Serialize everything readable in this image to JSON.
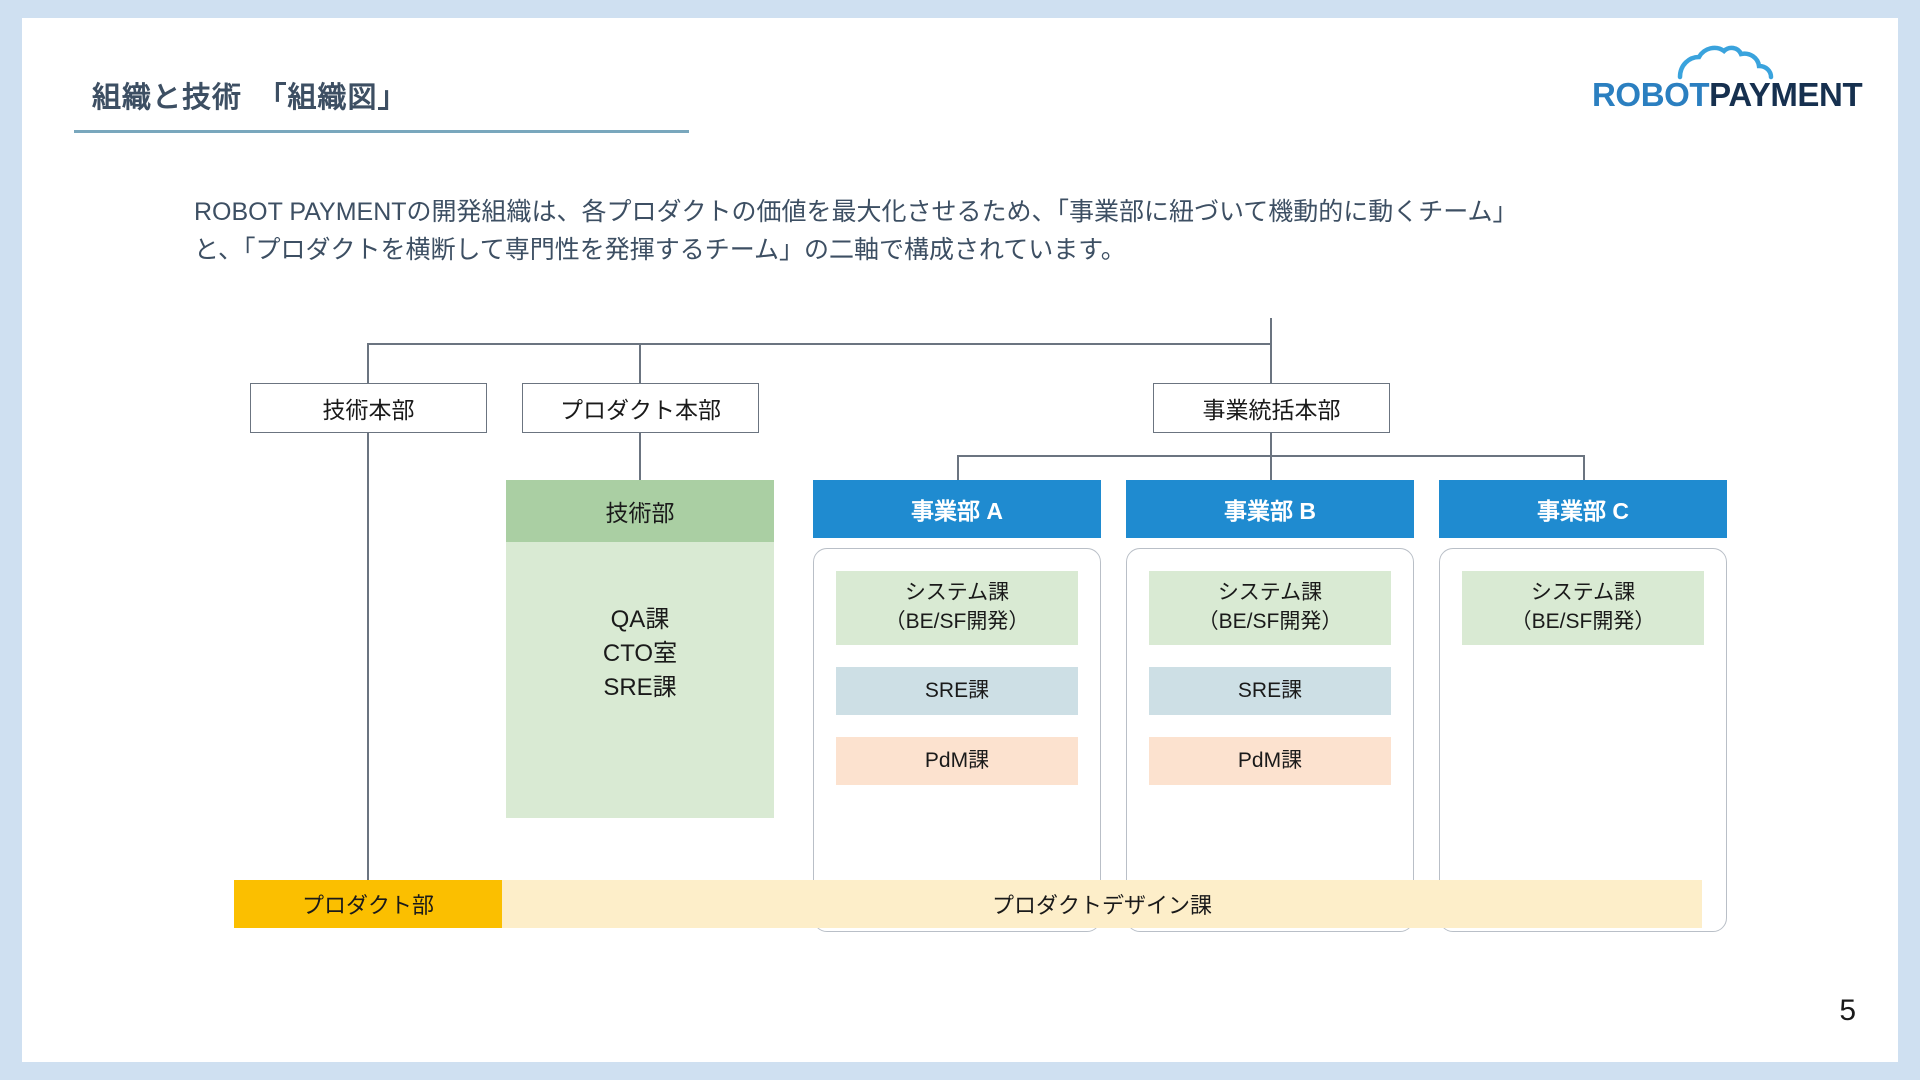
{
  "slide": {
    "title": "組織と技術　「組織図」",
    "page_number": "5",
    "accent_color": "#79a7bd",
    "background_color": "#cfe0f1"
  },
  "logo": {
    "brand_first": "ROBOT",
    "brand_second": "PAYMENT",
    "icon": "cloud-icon",
    "color_first": "#2b7fc0",
    "color_second": "#16304f"
  },
  "lead": {
    "line1": "ROBOT PAYMENTの開発組織は、各プロダクトの価値を最大化させるため、「事業部に紐づいて機動的に動くチーム」",
    "line2": "と、「プロダクトを横断して専門性を発揮するチーム」の二軸で構成されています。"
  },
  "chart_data": {
    "type": "diagram",
    "title": "組織図",
    "headquarters": [
      {
        "label": "技術本部"
      },
      {
        "label": "プロダクト本部"
      },
      {
        "label": "事業統括本部"
      }
    ],
    "tech_department": {
      "header": "技術部",
      "header_color": "#aacfa3",
      "body_color": "#d9ead3",
      "units": "QA課\nCTO室\nSRE課",
      "unit_list": [
        "QA課",
        "CTO室",
        "SRE課"
      ]
    },
    "business_divisions": [
      {
        "name": "事業部 A",
        "header_color": "#1f8bd0",
        "units": [
          {
            "label": "システム課\n（BE/SF開発）",
            "color": "#d9ead3",
            "lines": 2
          },
          {
            "label": "SRE課",
            "color": "#cddfe5",
            "lines": 1
          },
          {
            "label": "PdM課",
            "color": "#fce2cf",
            "lines": 1
          }
        ]
      },
      {
        "name": "事業部 B",
        "header_color": "#1f8bd0",
        "units": [
          {
            "label": "システム課\n（BE/SF開発）",
            "color": "#d9ead3",
            "lines": 2
          },
          {
            "label": "SRE課",
            "color": "#cddfe5",
            "lines": 1
          },
          {
            "label": "PdM課",
            "color": "#fce2cf",
            "lines": 1
          }
        ]
      },
      {
        "name": "事業部 C",
        "header_color": "#1f8bd0",
        "units": [
          {
            "label": "システム課\n（BE/SF開発）",
            "color": "#d9ead3",
            "lines": 2
          }
        ]
      }
    ],
    "cross_functional_band": {
      "department": "プロダクト部",
      "department_color": "#fbbf00",
      "section": "プロダクトデザイン課",
      "section_color": "#fdeec9"
    }
  }
}
